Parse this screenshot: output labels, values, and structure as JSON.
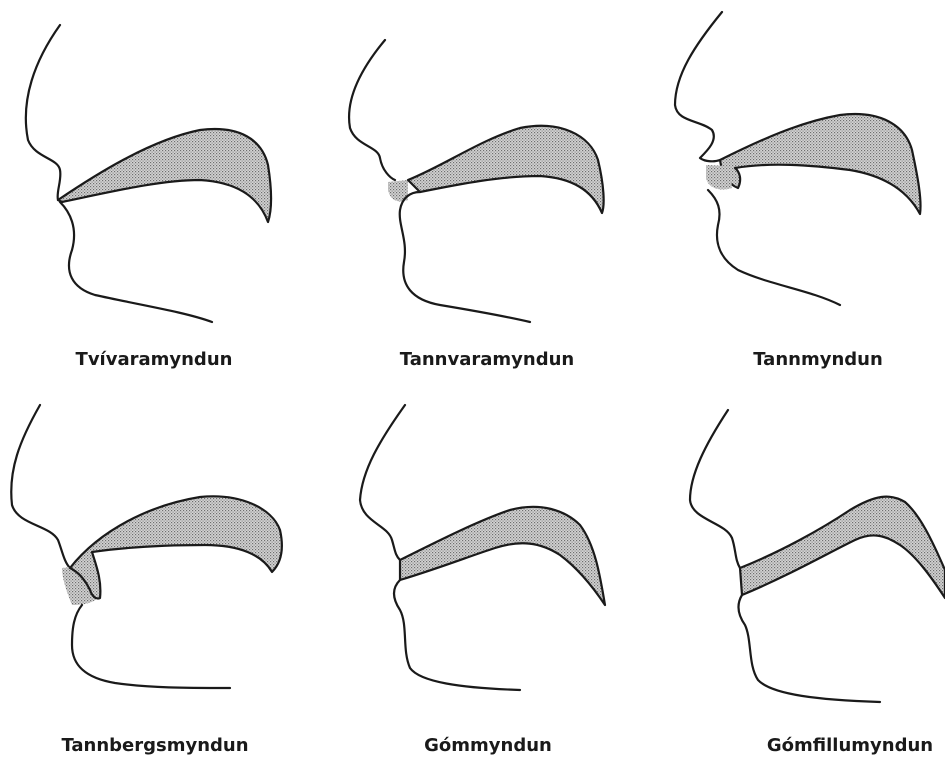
{
  "panels": [
    {
      "id": "bilabial",
      "label": "Tvívaramyndun"
    },
    {
      "id": "labiodental",
      "label": "Tannvaramyndun"
    },
    {
      "id": "dental",
      "label": "Tannmyndun"
    },
    {
      "id": "alveolar",
      "label": "Tannbergsmyndun"
    },
    {
      "id": "palatal",
      "label": "Gómmyndun"
    },
    {
      "id": "velar",
      "label": "Gómfillumyndun"
    }
  ],
  "colors": {
    "line": "#1a1a1a",
    "stipple": "#9a9a9a",
    "background": "#ffffff"
  }
}
